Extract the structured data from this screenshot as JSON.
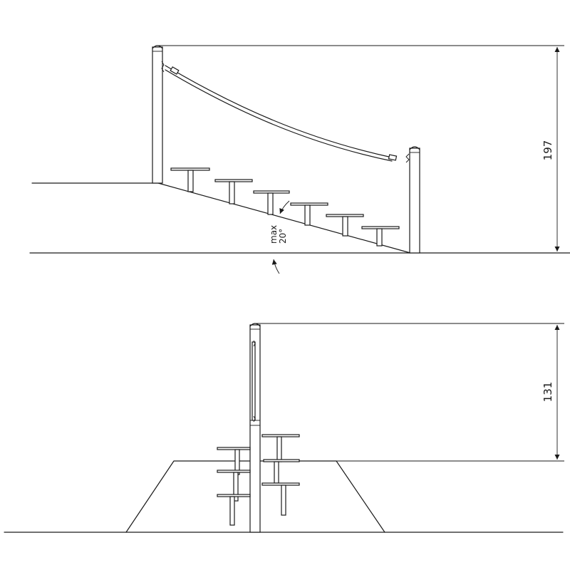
{
  "side_view": {
    "height_dimension": "197",
    "slope_label_line1": "max",
    "slope_label_line2": "20°"
  },
  "front_view": {
    "height_dimension": "131"
  },
  "colors": {
    "line": "#1a1a1a",
    "background": "#ffffff"
  }
}
